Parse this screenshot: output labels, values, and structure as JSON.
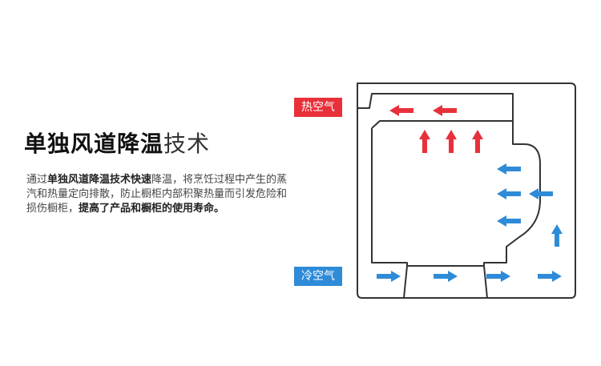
{
  "headline": {
    "bold": "单独风道降温",
    "light": "技术"
  },
  "description": {
    "prefix": "通过",
    "emphasis1": "单独风道降温技术快速",
    "middle": "降温，将烹饪过程中产生的蒸汽和热量定向排散，防止橱柜内部积聚热量而引发危险和损伤橱柜，",
    "emphasis2": "提高了产品和橱柜的使用寿命。"
  },
  "labels": {
    "hot_air": "热空气",
    "cold_air": "冷空气"
  },
  "colors": {
    "hot": "#e8303a",
    "cold": "#2e8bd8",
    "outline": "#333333"
  }
}
